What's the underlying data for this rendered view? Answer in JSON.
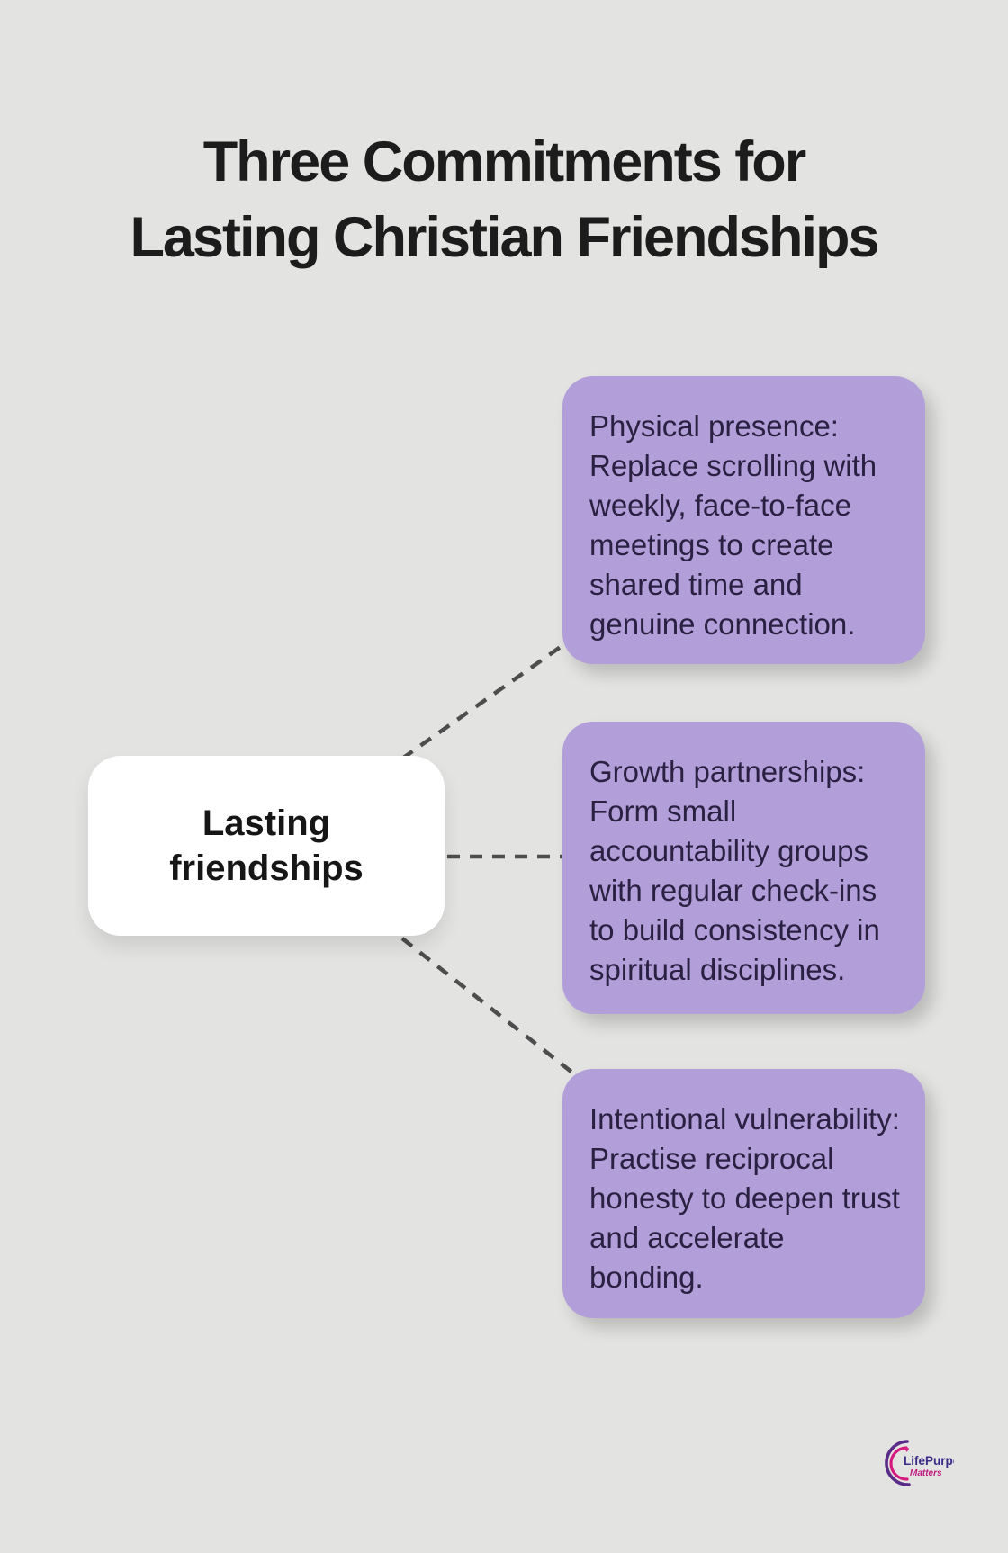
{
  "page": {
    "background_color": "#e3e4e2",
    "title": {
      "lines": [
        "Three Commitments for",
        "Lasting Christian Friendships"
      ],
      "text_color": "#1c1c1c"
    }
  },
  "diagram": {
    "type": "mindmap",
    "center_node": {
      "label": "Lasting friendships",
      "background_color": "#ffffff",
      "text_color": "#161616"
    },
    "branches": [
      {
        "id": "physical-presence",
        "text": "Physical presence: Replace scrolling with weekly, face-to-face meetings to create shared time and genuine connection."
      },
      {
        "id": "growth-partnerships",
        "text": "Growth partnerships: Form small accountability groups with regular check-ins to build consistency in spiritual disciplines."
      },
      {
        "id": "intentional-vulnerability",
        "text": "Intentional vulnerability: Practise reciprocal honesty to deepen trust and accelerate bonding."
      }
    ],
    "colors": {
      "branch_background": "#b29ed8",
      "branch_text": "#2a2142",
      "connector": "#4d4d4d"
    },
    "connector_style": "dashed"
  },
  "brand": {
    "life": "Life",
    "purpose": "Purpose",
    "matters": "Matters",
    "colors": {
      "crescent_outer": "#5b2c87",
      "crescent_inner": "#d6197d",
      "wordmark": "#3d2b87",
      "matters_text": "#c01a7e"
    }
  }
}
